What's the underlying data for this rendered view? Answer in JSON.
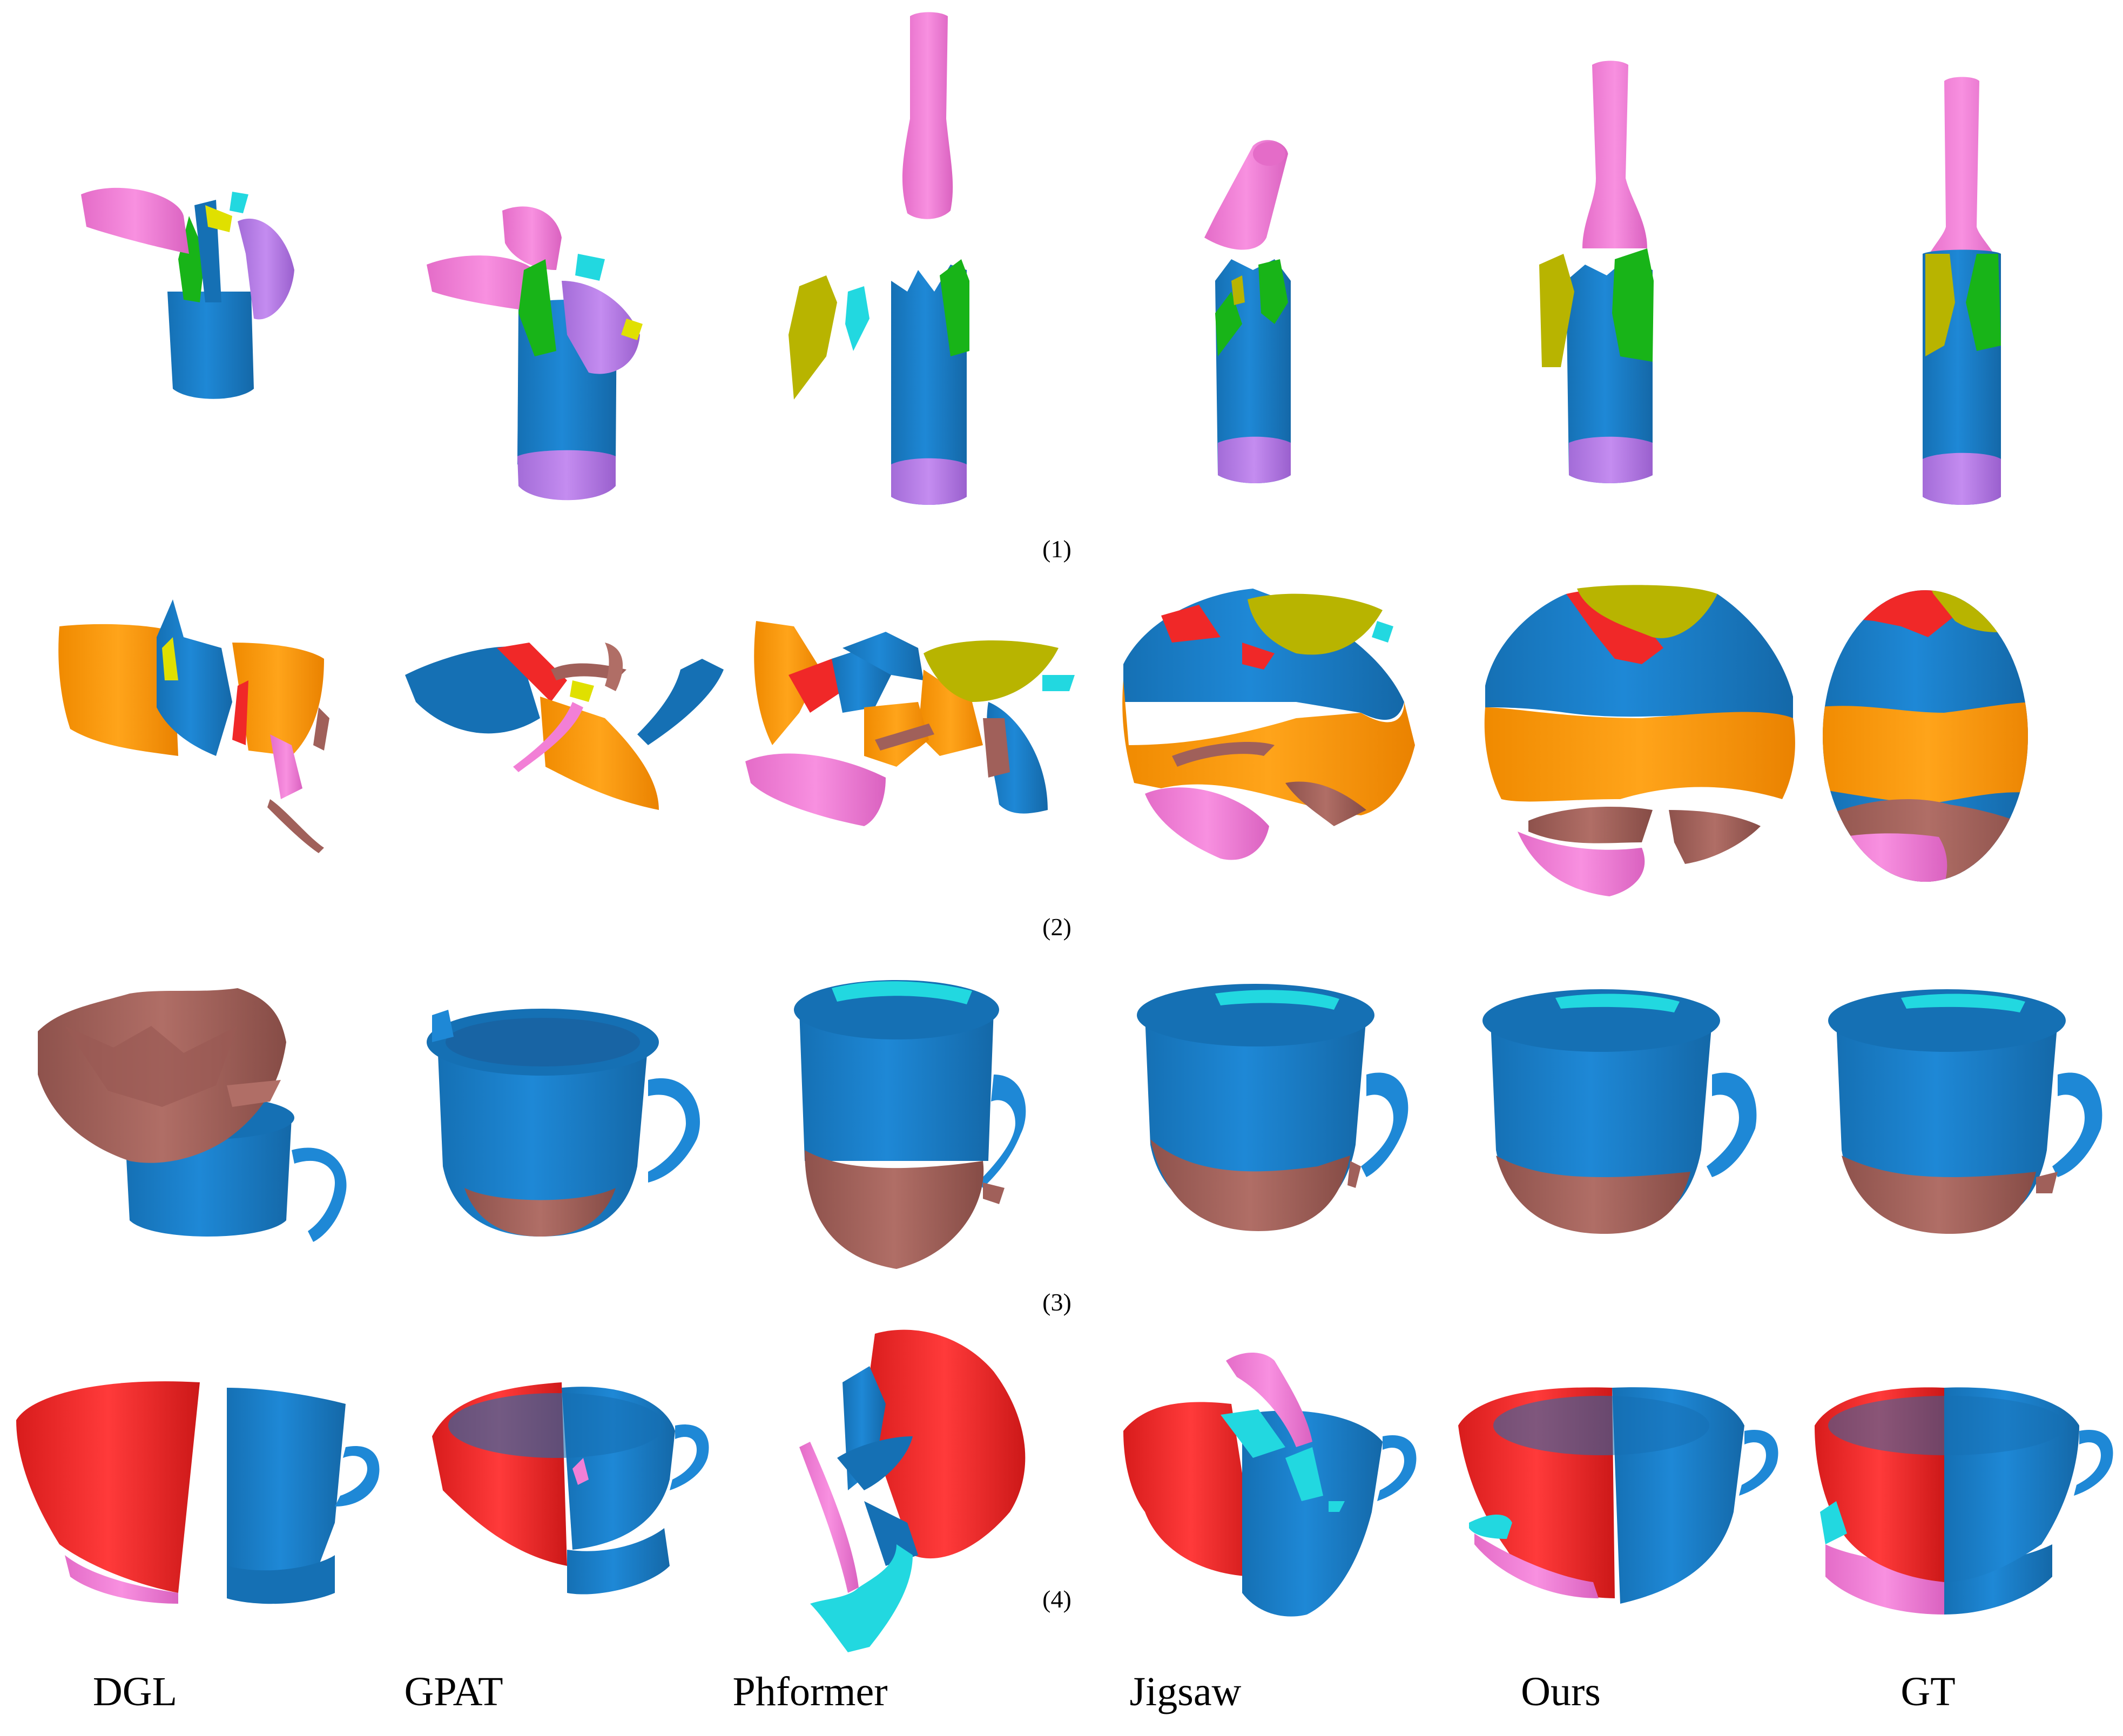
{
  "figure": {
    "rows": [
      {
        "label": "(1)",
        "object": "bottle"
      },
      {
        "label": "(2)",
        "object": "bowl"
      },
      {
        "label": "(3)",
        "object": "mug"
      },
      {
        "label": "(4)",
        "object": "teacup"
      }
    ],
    "methods": [
      "DGL",
      "GPAT",
      "Phformer",
      "Jigsaw",
      "Ours",
      "GT"
    ]
  },
  "palette": {
    "blue": "#1E88D6",
    "blue_dark": "#1570B4",
    "pink": "#F27FD6",
    "violet": "#B47CE6",
    "green": "#18B418",
    "yellow": "#E0E000",
    "olive": "#B8B400",
    "cyan": "#22D8E0",
    "orange": "#FF9A00",
    "red": "#F02828",
    "brown": "#A0605A"
  }
}
